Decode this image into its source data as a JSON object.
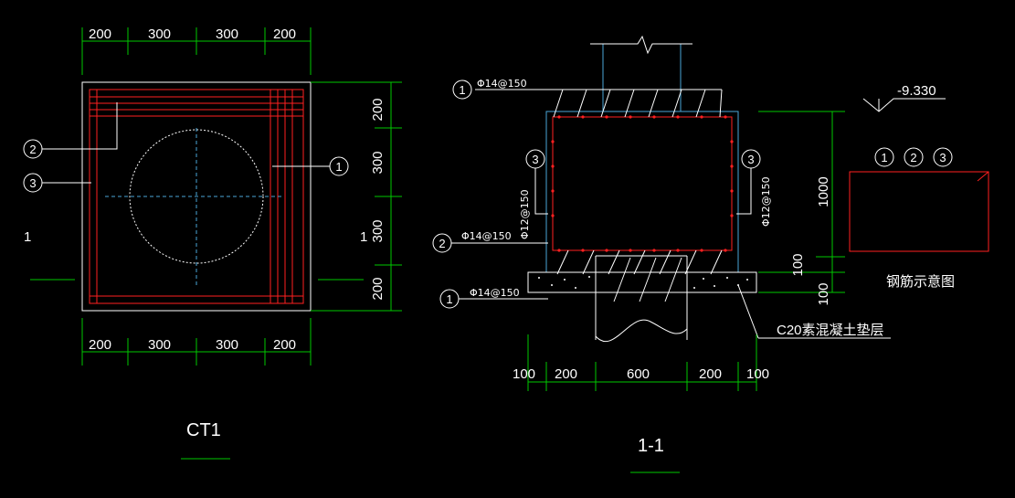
{
  "plan": {
    "top_dims": [
      "200",
      "300",
      "300",
      "200"
    ],
    "bottom_dims": [
      "200",
      "300",
      "300",
      "200"
    ],
    "right_dims": [
      "200",
      "300",
      "300",
      "200"
    ],
    "section_mark_left": "1",
    "section_mark_right": "1",
    "callouts": [
      "1",
      "2",
      "3"
    ],
    "title": "CT1"
  },
  "section": {
    "top_rebar_label": "Φ14@150",
    "side_rebar_label_left": "Φ12@150",
    "side_rebar_label_right": "Φ12@150",
    "stirrup_label": "Φ14@150",
    "bottom_rebar_label": "Φ14@150",
    "elevation": "-9.330",
    "height_dim": "1000",
    "pad_dims": [
      "100",
      "100"
    ],
    "bottom_dims": [
      "100",
      "200",
      "600",
      "200",
      "100"
    ],
    "concrete_note": "C20素混凝土垫层",
    "title": "1-1",
    "callouts_left": [
      "1",
      "2",
      "1"
    ],
    "side_callout": "3"
  },
  "legend": {
    "markers": [
      "1",
      "2",
      "3"
    ],
    "caption": "钢筋示意图"
  }
}
